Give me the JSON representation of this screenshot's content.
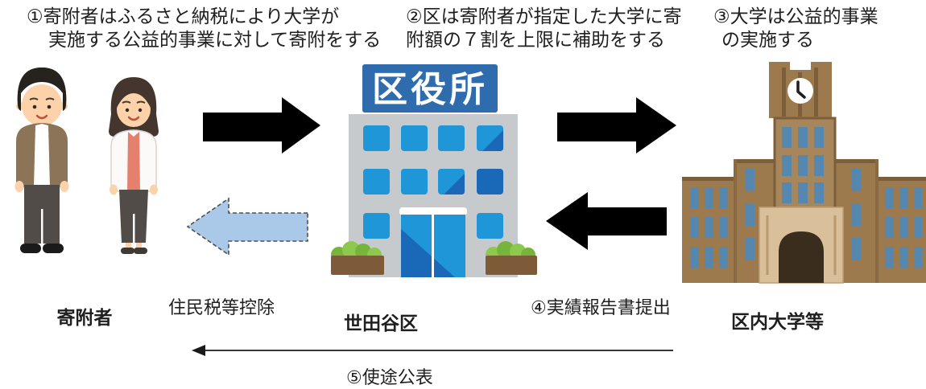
{
  "diagram": {
    "steps": [
      {
        "lines": [
          "①寄附者はふるさと納税により大学が",
          "実施する公益的事業に対して寄附をする"
        ]
      },
      {
        "lines": [
          "②区は寄附者が指定した大学に寄",
          "附額の７割を上限に補助をする"
        ]
      },
      {
        "lines": [
          "③大学は公益的事業",
          "の実施する"
        ]
      }
    ],
    "entities": {
      "donors": {
        "label": "寄附者"
      },
      "ward": {
        "label": "世田谷区",
        "building_sign": "区役所"
      },
      "university": {
        "label": "区内大学等"
      }
    },
    "flow_labels": {
      "tax_deduction": "住民税等控除",
      "report_submission": "④実績報告書提出",
      "usage_disclosure": "⑤使途公表"
    },
    "colors": {
      "black_arrow": "#000000",
      "dashed_arrow_fill": "#aac8e8",
      "dashed_arrow_border": "#4f4f4f",
      "ward_sign_bg": "#2f6cae",
      "ward_building_gray": "#c6cacd",
      "window_blue": "#1f96d8",
      "window_blue_dark": "#1a68b8",
      "university_brown": "#9c7a4e",
      "text": "#1f1f1f"
    }
  }
}
